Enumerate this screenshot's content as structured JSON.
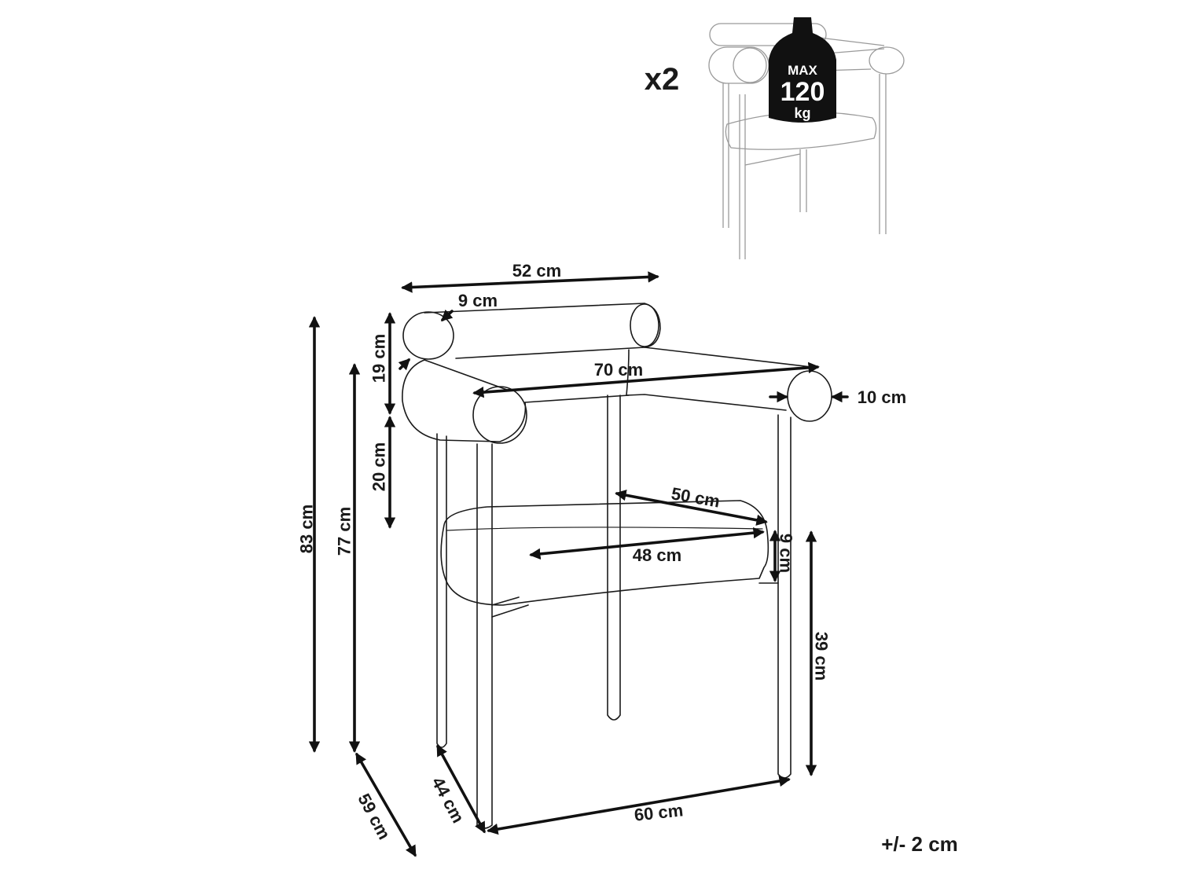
{
  "quantity": {
    "label": "x2"
  },
  "load": {
    "line1": "MAX",
    "line2": "120",
    "line3": "kg"
  },
  "dimensions": {
    "total_height": "83 cm",
    "armrest_height": "77 cm",
    "back_height": "19 cm",
    "back_to_seat": "20 cm",
    "back_width": "52 cm",
    "back_diameter": "9 cm",
    "total_width": "70 cm",
    "armrest_diameter": "10 cm",
    "seat_depth": "50 cm",
    "seat_width": "48 cm",
    "seat_thickness": "9 cm",
    "seat_height": "39 cm",
    "total_depth": "59 cm",
    "leg_depth": "44 cm",
    "leg_width": "60 cm"
  },
  "tolerance": "+/- 2 cm"
}
